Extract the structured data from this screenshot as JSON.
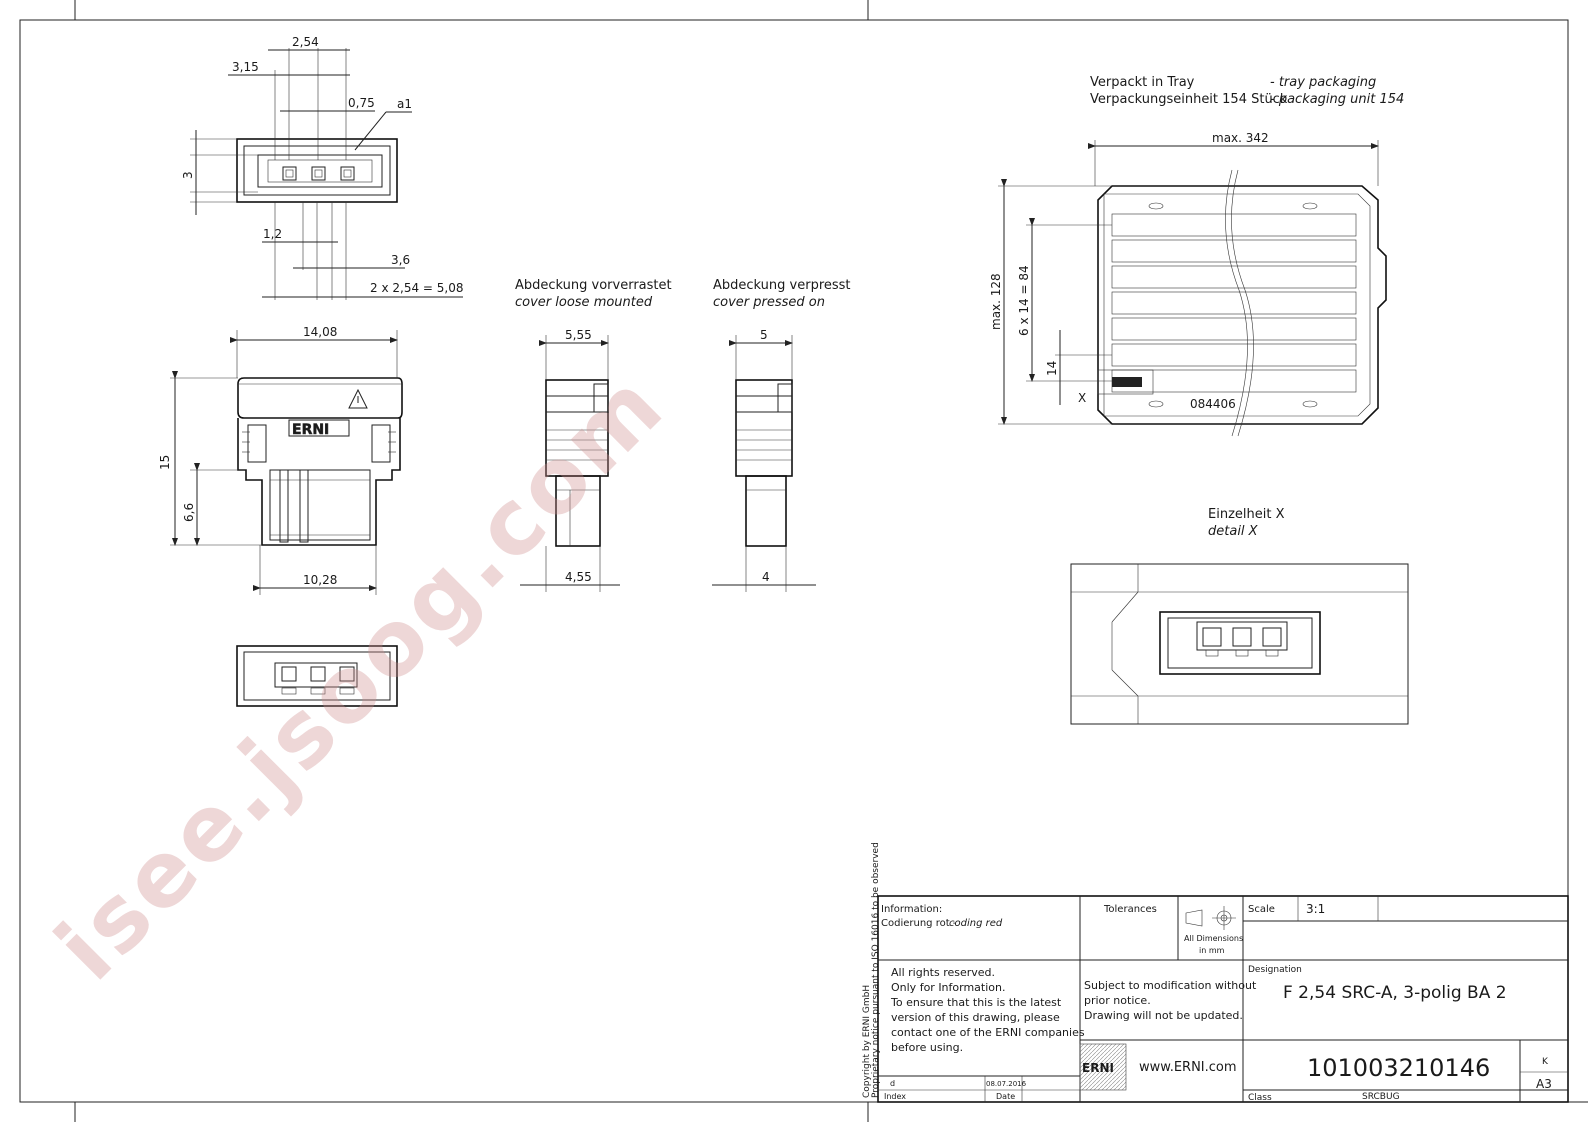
{
  "top_view": {
    "dims": [
      "2,54",
      "3,15",
      "0,75",
      "a1",
      "3",
      "1,2",
      "3,6",
      "2 x 2,54 = 5,08"
    ]
  },
  "front_view": {
    "dims": [
      "14,08",
      "15",
      "6,6",
      "10,28"
    ],
    "logo": "ERNI"
  },
  "loose_view": {
    "title_de": "Abdeckung vorverrastet",
    "title_en": "cover loose mounted",
    "dims": [
      "5,55",
      "4,55"
    ]
  },
  "pressed_view": {
    "title_de": "Abdeckung verpresst",
    "title_en": "cover pressed on",
    "dims": [
      "5",
      "4"
    ]
  },
  "tray": {
    "line1_de": "Verpackt in Tray",
    "line1_en": "- tray packaging",
    "line2_de": "Verpackungseinheit 154 Stück",
    "line2_en": "- packaging unit 154",
    "dims": [
      "max. 342",
      "max. 128",
      "6 x 14 = 84",
      "14"
    ],
    "label_x": "X",
    "part_code": "084406"
  },
  "detail": {
    "title_de": "Einzelheit X",
    "title_en": "detail X"
  },
  "title_block": {
    "info_label": "Information:",
    "coding_de": "Codierung rot - ",
    "coding_en": "coding red",
    "tolerances": "Tolerances",
    "all_dims_1": "All Dimensions",
    "all_dims_2": "in mm",
    "scale_label": "Scale",
    "scale_value": "3:1",
    "rights": [
      "All rights reserved.",
      "Only for Information.",
      "To ensure that this is the latest",
      "version of this drawing, please",
      "contact one of the ERNI companies",
      "before using."
    ],
    "subject": [
      "Subject to modification without",
      "prior notice.",
      "Drawing will not be updated."
    ],
    "designation_label": "Designation",
    "designation": "F 2,54 SRC-A, 3-polig BA 2",
    "part_number": "101003210146",
    "revision": "K",
    "sheet_size": "A3",
    "class_label": "Class",
    "class_value": "SRCBUG",
    "index_label": "Index",
    "date_label": "Date",
    "index_value": "d",
    "date_value": "08.07.2016",
    "website": "www.ERNI.com",
    "logo": "ERNI",
    "copyright_1": "Copyright by ERNI GmbH",
    "copyright_2": "Proprietary notice pursuant to ISO 16016 to be observed"
  },
  "watermark": "isee.jsoog.com"
}
